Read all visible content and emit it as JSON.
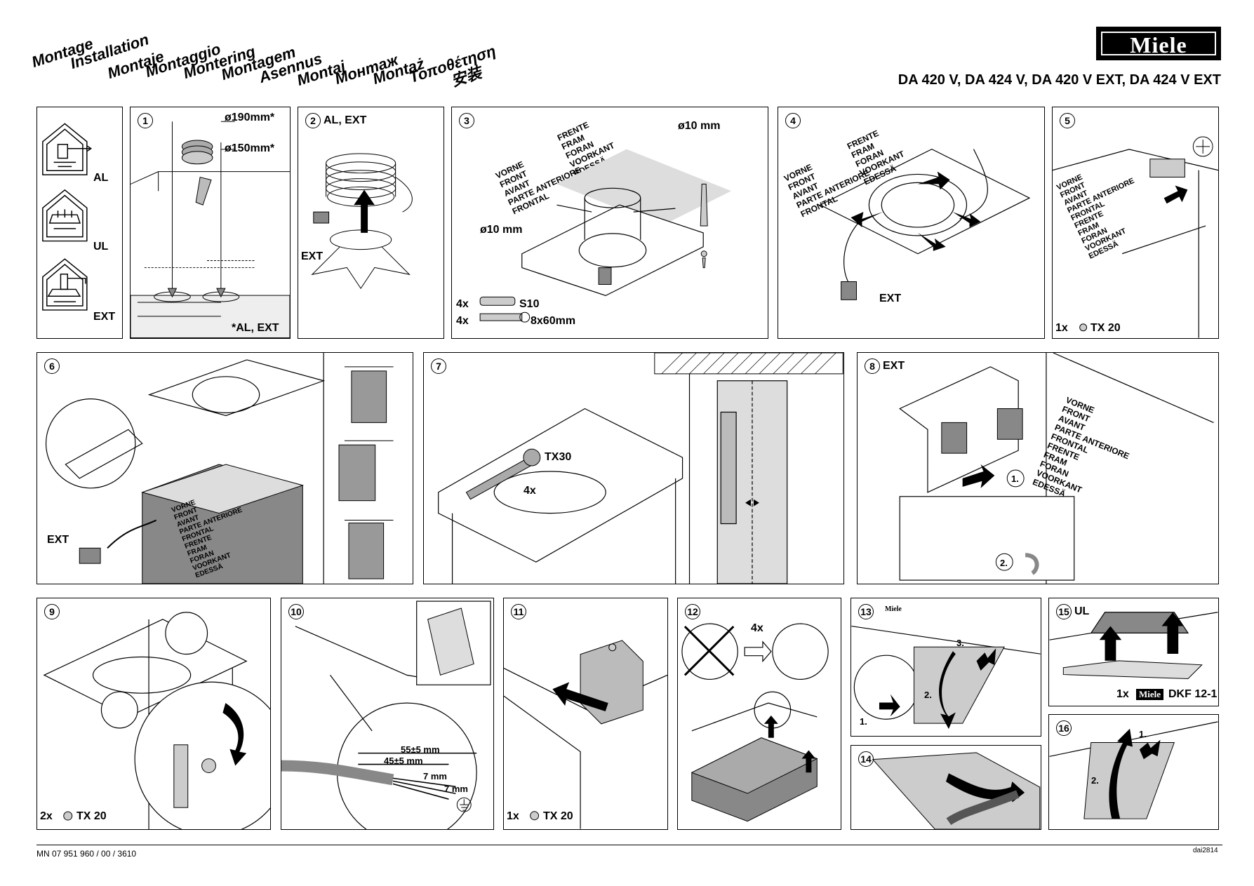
{
  "header": {
    "words": [
      "Montage",
      "Installation",
      "Montaje",
      "Montaggio",
      "Montering",
      "Montagem",
      "Asennus",
      "Montaj",
      "Монтаж",
      "Montaż",
      "Τοποθέτηση",
      "安装"
    ],
    "logo": "Miele",
    "models": "DA 420 V, DA 424 V, DA 420 V EXT, DA 424 V EXT"
  },
  "legend_panel": {
    "al": "AL",
    "ul": "UL",
    "ext": "EXT"
  },
  "step1": {
    "num": "1",
    "d190": "ø190mm*",
    "d150": "ø150mm*",
    "note": "*AL, EXT"
  },
  "step2": {
    "num": "2",
    "title": "AL, EXT",
    "ext": "EXT"
  },
  "step3": {
    "num": "3",
    "front_words": [
      "VORNE",
      "FRONT",
      "AVANT",
      "PARTE ANTERIORE",
      "FRONTAL"
    ],
    "front_words2": [
      "FRENTE",
      "FRAM",
      "FORAN",
      "VOORKANT",
      "EDESSÄ"
    ],
    "d10a": "ø10 mm",
    "d10b": "ø10 mm",
    "plug_qty": "4x",
    "plug_label": "S10",
    "screw_qty": "4x",
    "screw_label": "8x60mm"
  },
  "step4": {
    "num": "4",
    "front_words": [
      "VORNE",
      "FRONT",
      "AVANT",
      "PARTE ANTERIORE",
      "FRONTAL"
    ],
    "front_words2": [
      "FRENTE",
      "FRAM",
      "FORAN",
      "VOORKANT",
      "EDESSÄ"
    ],
    "ext": "EXT"
  },
  "step5": {
    "num": "5",
    "front_words": [
      "VORNE",
      "FRONT",
      "AVANT",
      "PARTE ANTERIORE",
      "FRONTAL",
      "FRENTE",
      "FRAM",
      "FORAN",
      "VOORKANT",
      "EDESSÄ"
    ],
    "qty": "1x",
    "tool": "TX 20"
  },
  "step6": {
    "num": "6",
    "ext": "EXT",
    "front_words": [
      "VORNE",
      "FRONT",
      "AVANT",
      "PARTE ANTERIORE",
      "FRONTAL",
      "FRENTE",
      "FRAM",
      "FORAN",
      "VOORKANT",
      "EDESSÄ"
    ]
  },
  "step7": {
    "num": "7",
    "tool": "TX30",
    "qty": "4x"
  },
  "step8": {
    "num": "8",
    "title": "EXT",
    "front_words": [
      "VORNE",
      "FRONT",
      "AVANT",
      "PARTE ANTERIORE",
      "FRONTAL",
      "FRENTE",
      "FRAM",
      "FORAN",
      "VOORKANT",
      "EDESSÄ"
    ],
    "s1": "1.",
    "s2": "2."
  },
  "step9": {
    "num": "9",
    "qty": "2x",
    "tool": "TX 20"
  },
  "step10": {
    "num": "10",
    "m1": "55±5 mm",
    "m2": "45±5 mm",
    "m3": "7 mm",
    "m4": "7 mm"
  },
  "step11": {
    "num": "11",
    "qty": "1x",
    "tool": "TX 20"
  },
  "step12": {
    "num": "12",
    "qty": "4x"
  },
  "step13": {
    "num": "13",
    "brand": "Miele",
    "s1": "1.",
    "s2": "2.",
    "s3": "3."
  },
  "step14": {
    "num": "14"
  },
  "step15": {
    "num": "15",
    "title": "UL",
    "qty": "1x",
    "brand": "Miele",
    "product": "DKF 12-1"
  },
  "step16": {
    "num": "16",
    "s1": "1.",
    "s2": "2."
  },
  "footer": {
    "doc": "MN 07 951 960 / 00 / 3610",
    "code": "dai2814"
  }
}
